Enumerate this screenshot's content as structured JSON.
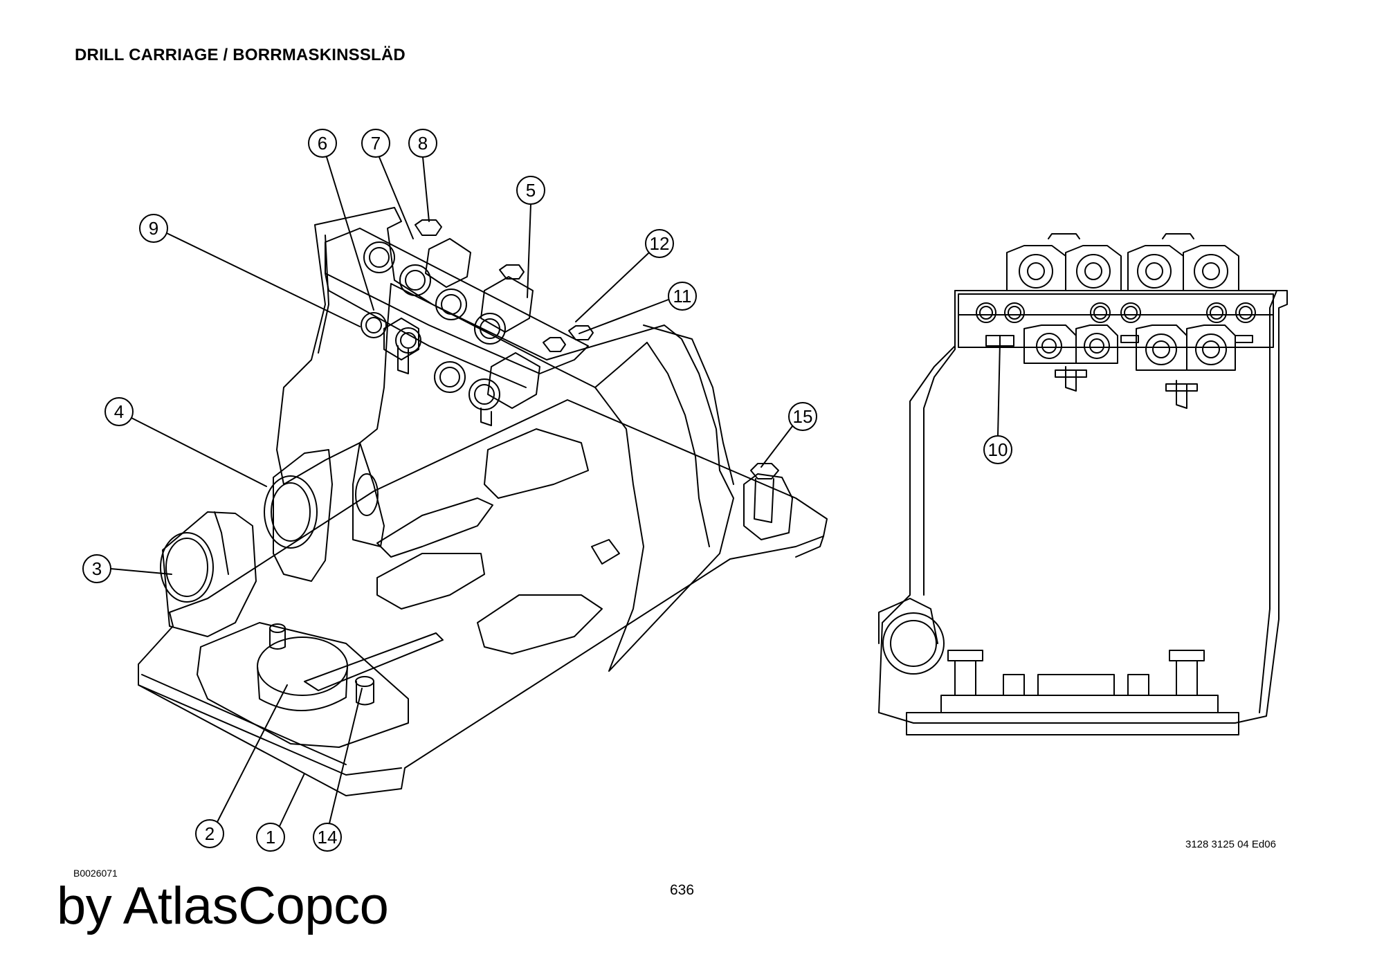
{
  "header": {
    "title": "DRILL CARRIAGE / BORRMASKINSSLÄD"
  },
  "footer": {
    "doc_id": "B0026071",
    "brand": "by AtlasCopco",
    "page_number": "636",
    "part_code": "3128 3125 04 Ed06"
  },
  "callouts": {
    "c1": "1",
    "c2": "2",
    "c3": "3",
    "c4": "4",
    "c5": "5",
    "c6": "6",
    "c7": "7",
    "c8": "8",
    "c9": "9",
    "c10": "10",
    "c11": "11",
    "c12": "12",
    "c14": "14",
    "c15": "15"
  }
}
